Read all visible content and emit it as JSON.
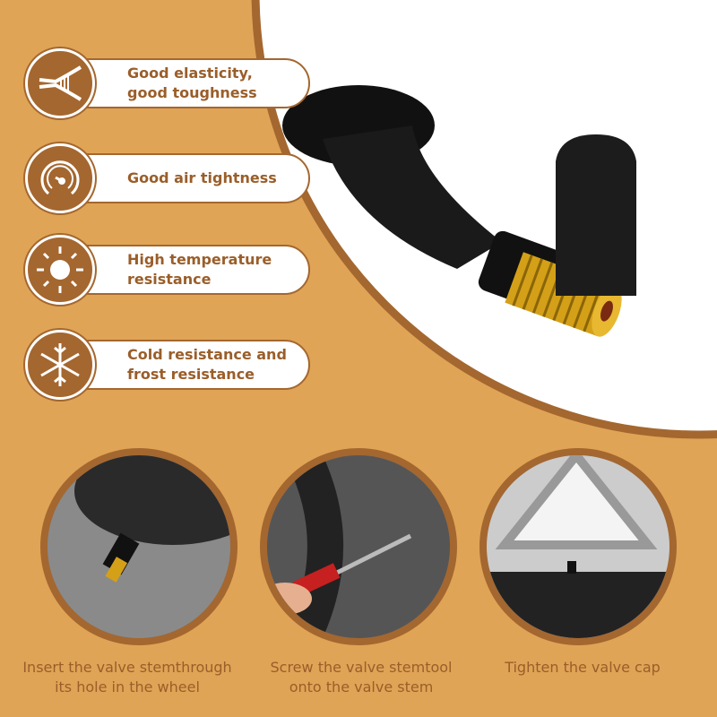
{
  "features": [
    {
      "label_1": "Good elasticity,",
      "label_2": "good toughness",
      "icon": "elasticity-icon"
    },
    {
      "label_1": "Good air tightness",
      "label_2": "",
      "icon": "gauge-icon"
    },
    {
      "label_1": "High temperature",
      "label_2": "resistance",
      "icon": "sun-icon"
    },
    {
      "label_1": "Cold resistance and",
      "label_2": "frost resistance",
      "icon": "snowflake-icon"
    }
  ],
  "steps": [
    {
      "line_1": "Insert the valve stemthrough",
      "line_2": "its hole in the wheel"
    },
    {
      "line_1": "Screw the valve stemtool",
      "line_2": "onto the valve stem"
    },
    {
      "line_1": "Tighten the valve cap",
      "line_2": ""
    }
  ],
  "colors": {
    "background": "#E0A456",
    "accent": "#A4672F"
  }
}
